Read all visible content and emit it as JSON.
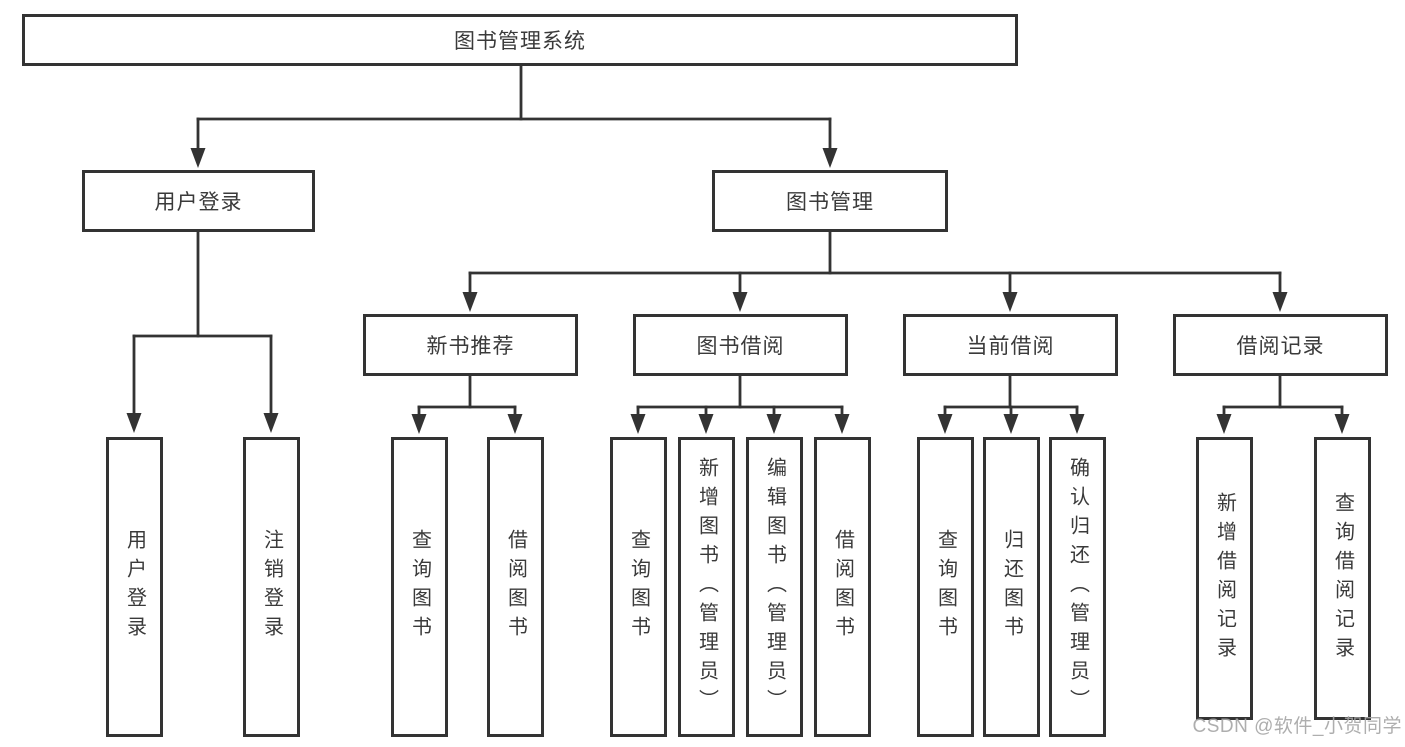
{
  "colors": {
    "line": "#333333",
    "text": "#3a3a3a",
    "watermark": "#a6a6a6",
    "background": "#ffffff"
  },
  "nodes": {
    "root": {
      "label": "图书管理系统"
    },
    "user_login": {
      "label": "用户登录"
    },
    "book_mgmt": {
      "label": "图书管理"
    },
    "login": {
      "label": "用户登录"
    },
    "logout": {
      "label": "注销登录"
    },
    "new_book_rec": {
      "label": "新书推荐"
    },
    "book_borrow": {
      "label": "图书借阅"
    },
    "current_borrow": {
      "label": "当前借阅"
    },
    "borrow_records": {
      "label": "借阅记录"
    },
    "newbook_query": {
      "label": "查询图书"
    },
    "newbook_borrow": {
      "label": "借阅图书"
    },
    "borrow_query": {
      "label": "查询图书"
    },
    "borrow_add": {
      "label": "新增图书（管理员）"
    },
    "borrow_edit": {
      "label": "编辑图书（管理员）"
    },
    "borrow_borrow": {
      "label": "借阅图书"
    },
    "current_query": {
      "label": "查询图书"
    },
    "current_return": {
      "label": "归还图书"
    },
    "current_confirm": {
      "label": "确认归还（管理员）"
    },
    "records_add": {
      "label": "新增借阅记录"
    },
    "records_query": {
      "label": "查询借阅记录"
    }
  },
  "watermark": {
    "text": "CSDN @软件_小贺同学"
  }
}
